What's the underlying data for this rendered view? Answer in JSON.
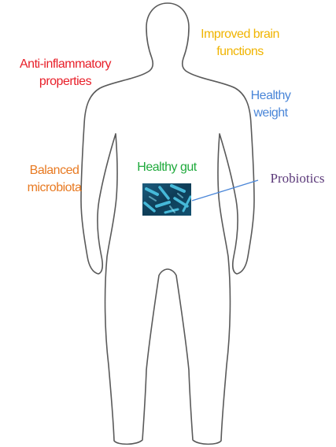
{
  "labels": {
    "brain": [
      "Improved brain",
      "functions"
    ],
    "anti_inflammatory": [
      "Anti-inflammatory",
      "properties"
    ],
    "weight": [
      "Healthy",
      "weight"
    ],
    "microbiota": [
      "Balanced",
      "microbiota"
    ],
    "gut": "Healthy gut",
    "probiotics": "Probiotics"
  },
  "colors": {
    "brain": "#f0b400",
    "anti_inflammatory": "#e8202a",
    "weight": "#4a86d8",
    "microbiota": "#e87a22",
    "gut": "#1faa3c",
    "probiotics": "#5c3a7a",
    "outline": "#5a5a5a",
    "pointer": "#4a86d8",
    "bacteria_bg": "#0e3d57",
    "bacteria": "#4cc6e6"
  }
}
